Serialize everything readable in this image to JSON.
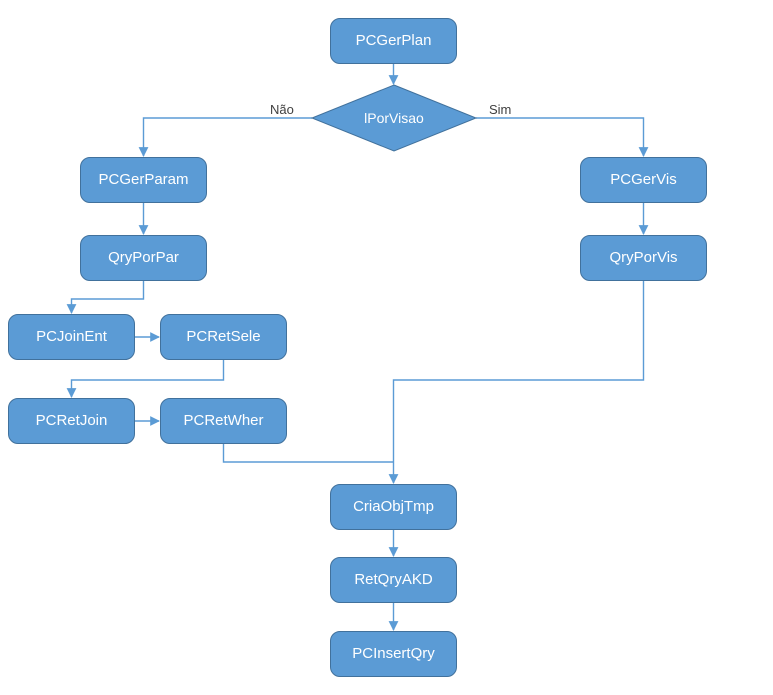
{
  "diagram": {
    "type": "flowchart",
    "decision": {
      "label": "lPorVisao"
    },
    "edge_labels": {
      "no": "Não",
      "yes": "Sim"
    },
    "nodes": [
      {
        "id": "PCGerPlan",
        "label": "PCGerPlan"
      },
      {
        "id": "PCGerParam",
        "label": "PCGerParam"
      },
      {
        "id": "QryPorPar",
        "label": "QryPorPar"
      },
      {
        "id": "PCJoinEnt",
        "label": "PCJoinEnt"
      },
      {
        "id": "PCRetSele",
        "label": "PCRetSele"
      },
      {
        "id": "PCRetJoin",
        "label": "PCRetJoin"
      },
      {
        "id": "PCRetWher",
        "label": "PCRetWher"
      },
      {
        "id": "PCGerVis",
        "label": "PCGerVis"
      },
      {
        "id": "QryPorVis",
        "label": "QryPorVis"
      },
      {
        "id": "CriaObjTmp",
        "label": "CriaObjTmp"
      },
      {
        "id": "RetQryAKD",
        "label": "RetQryAKD"
      },
      {
        "id": "PCInsertQry",
        "label": "PCInsertQry"
      }
    ],
    "edges": [
      {
        "from": "PCGerPlan",
        "to": "lPorVisao"
      },
      {
        "from": "lPorVisao",
        "to": "PCGerParam",
        "label": "Não"
      },
      {
        "from": "lPorVisao",
        "to": "PCGerVis",
        "label": "Sim"
      },
      {
        "from": "PCGerParam",
        "to": "QryPorPar"
      },
      {
        "from": "QryPorPar",
        "to": "PCJoinEnt"
      },
      {
        "from": "PCJoinEnt",
        "to": "PCRetSele"
      },
      {
        "from": "PCRetSele",
        "to": "PCRetJoin"
      },
      {
        "from": "PCRetJoin",
        "to": "PCRetWher"
      },
      {
        "from": "PCRetWher",
        "to": "CriaObjTmp"
      },
      {
        "from": "PCGerVis",
        "to": "QryPorVis"
      },
      {
        "from": "QryPorVis",
        "to": "CriaObjTmp"
      },
      {
        "from": "CriaObjTmp",
        "to": "RetQryAKD"
      },
      {
        "from": "RetQryAKD",
        "to": "PCInsertQry"
      }
    ],
    "colors": {
      "node_fill": "#5B9BD5",
      "node_border": "#41719C",
      "connector": "#5B9BD5",
      "node_text": "#FFFFFF",
      "edge_label_text": "#404040",
      "background": "#FFFFFF"
    }
  }
}
